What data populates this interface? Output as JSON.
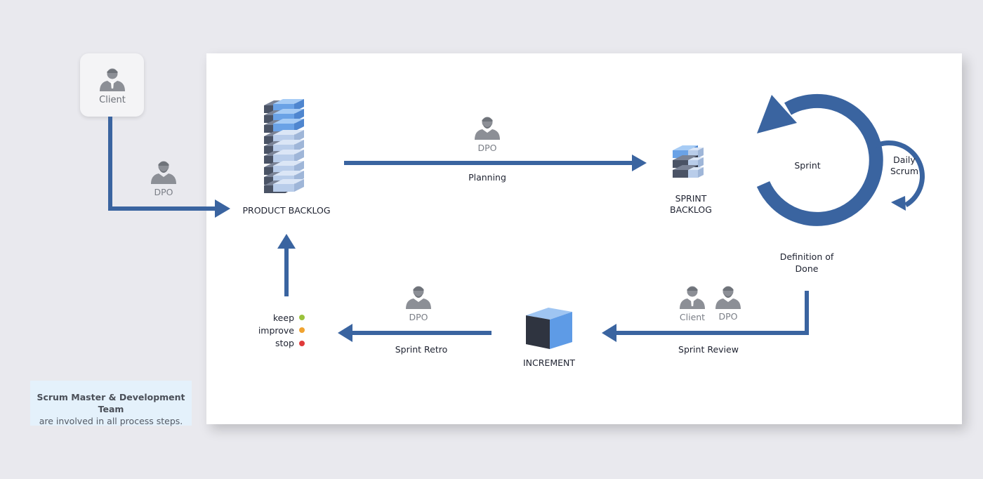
{
  "roles": {
    "client": "Client",
    "dpo": "DPO"
  },
  "artifacts": {
    "product_backlog": "PRODUCT BACKLOG",
    "sprint_backlog_line1": "SPRINT",
    "sprint_backlog_line2": "BACKLOG",
    "increment": "INCREMENT"
  },
  "events": {
    "planning": "Planning",
    "sprint": "Sprint",
    "daily_scrum_line1": "Daily",
    "daily_scrum_line2": "Scrum",
    "definition_of_done_line1": "Definition of",
    "definition_of_done_line2": "Done",
    "sprint_review": "Sprint Review",
    "sprint_retro": "Sprint Retro"
  },
  "retro_items": [
    {
      "label": "keep",
      "color": "#9ac23c"
    },
    {
      "label": "improve",
      "color": "#f0a330"
    },
    {
      "label": "stop",
      "color": "#e03a3a"
    }
  ],
  "note": {
    "line1": "Scrum Master & Development Team",
    "line2": "are involved in all process steps."
  },
  "colors": {
    "arrow": "#3a64a0",
    "person": "#8c8f96",
    "block_dark": "#4a5365",
    "block_light": "#b9cdea",
    "block_blue": "#6aa2e6"
  }
}
